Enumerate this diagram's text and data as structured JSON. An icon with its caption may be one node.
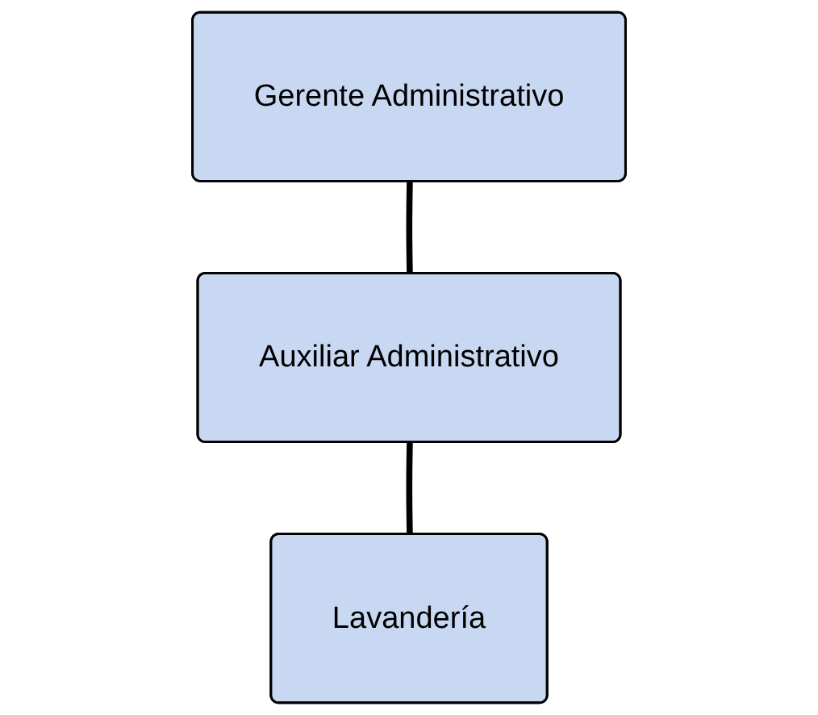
{
  "diagram": {
    "nodes": [
      {
        "text": [
          "Gerente Administrativo"
        ]
      },
      {
        "text": [
          "Auxiliar Administrativo"
        ]
      },
      {
        "text": [
          "Lavandería"
        ]
      }
    ],
    "edges": [
      {
        "from": 0,
        "to": 1,
        "arrow": "none"
      },
      {
        "from": 1,
        "to": 2,
        "arrow": "none"
      }
    ]
  }
}
